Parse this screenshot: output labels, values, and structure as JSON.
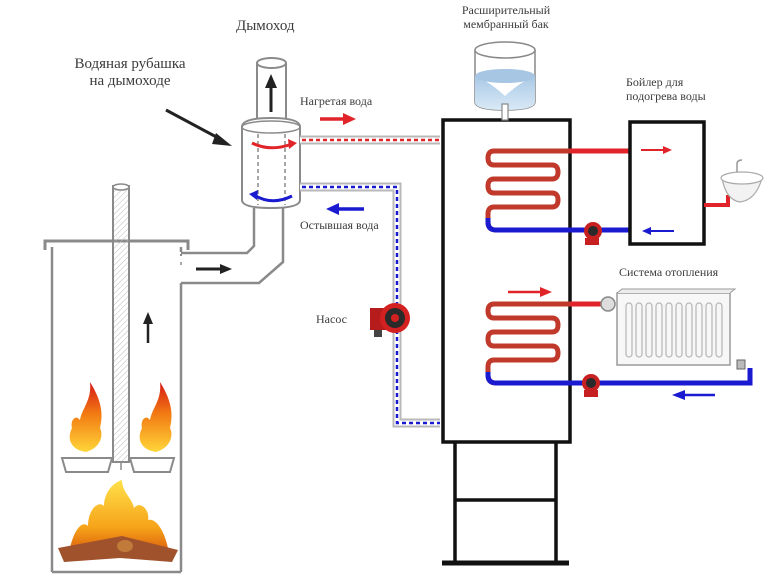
{
  "diagram": {
    "title": "Водяная рубашка на дымоходе — схема подключения",
    "labels": {
      "chimney": "Дымоход",
      "water_jacket_line1": "Водяная рубашка",
      "water_jacket_line2": "на дымоходе",
      "hot_water": "Нагретая вода",
      "cooled_water": "Остывшая вода",
      "pump": "Насос",
      "expansion_tank_line1": "Расширительный",
      "expansion_tank_line2": "мембранный бак",
      "boiler_line1": "Бойлер для",
      "boiler_line2": "подогрева воды",
      "heating_system": "Система отопления"
    },
    "colors": {
      "hot": "#e0242a",
      "cold": "#1a1ad0",
      "outline": "#111111",
      "stove": "#8a8a8a",
      "coil": "#c0392b",
      "tank_water": "#bcd6ec"
    },
    "flow": [
      {
        "from": "water_jacket",
        "to": "storage_tank",
        "medium": "hot"
      },
      {
        "from": "storage_tank",
        "to": "pump",
        "medium": "cold"
      },
      {
        "from": "pump",
        "to": "water_jacket",
        "medium": "cold"
      },
      {
        "from": "storage_tank_coil_top",
        "to": "boiler",
        "medium": "hot"
      },
      {
        "from": "storage_tank_coil_bottom",
        "to": "heating_system",
        "medium": "hot"
      }
    ]
  }
}
